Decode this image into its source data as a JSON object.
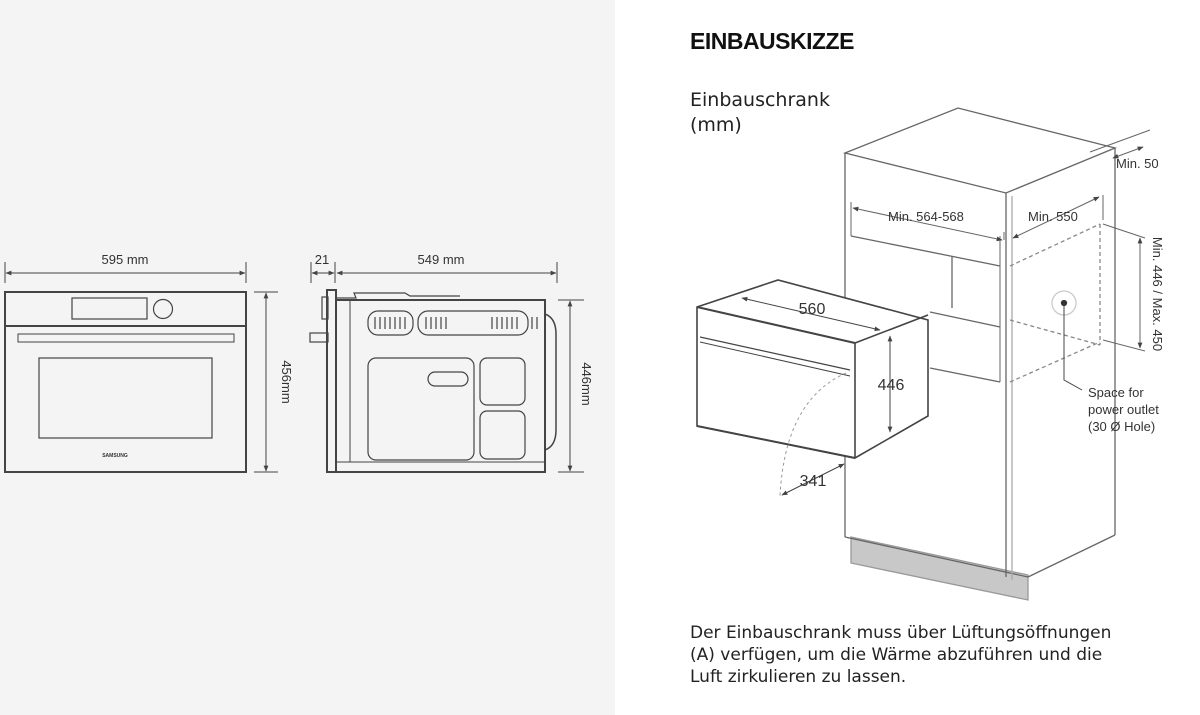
{
  "front_view": {
    "width_label": "595 mm",
    "height_label": "456mm",
    "brand_label": "SAMSUNG"
  },
  "side_view": {
    "door_depth_label": "21",
    "depth_label": "549 mm",
    "height_label": "446mm"
  },
  "installation": {
    "title": "EINBAUSKIZZE",
    "subtitle_line1": "Einbauschrank",
    "subtitle_line2": "(mm)",
    "labels": {
      "min_rear_gap": "Min. 50",
      "cabinet_width": "Min. 564-568",
      "cabinet_depth": "Min. 550",
      "cabinet_height": "Min. 446 / Max. 450",
      "appliance_width": "560",
      "appliance_height": "446",
      "door_swing": "341",
      "outlet_line1": "Space for",
      "outlet_line2": "power outlet",
      "outlet_line3": "(30 Ø Hole)"
    },
    "note_lines": [
      "Der Einbauschrank muss über Lüftungsöffnungen",
      "(A) verfügen, um die Wärme abzuführen und die",
      "Luft zirkulieren zu lassen."
    ]
  },
  "colors": {
    "left_background": "#f4f4f4",
    "right_background": "#ffffff",
    "line": "#444444",
    "plinth": "#c8c8c8"
  }
}
